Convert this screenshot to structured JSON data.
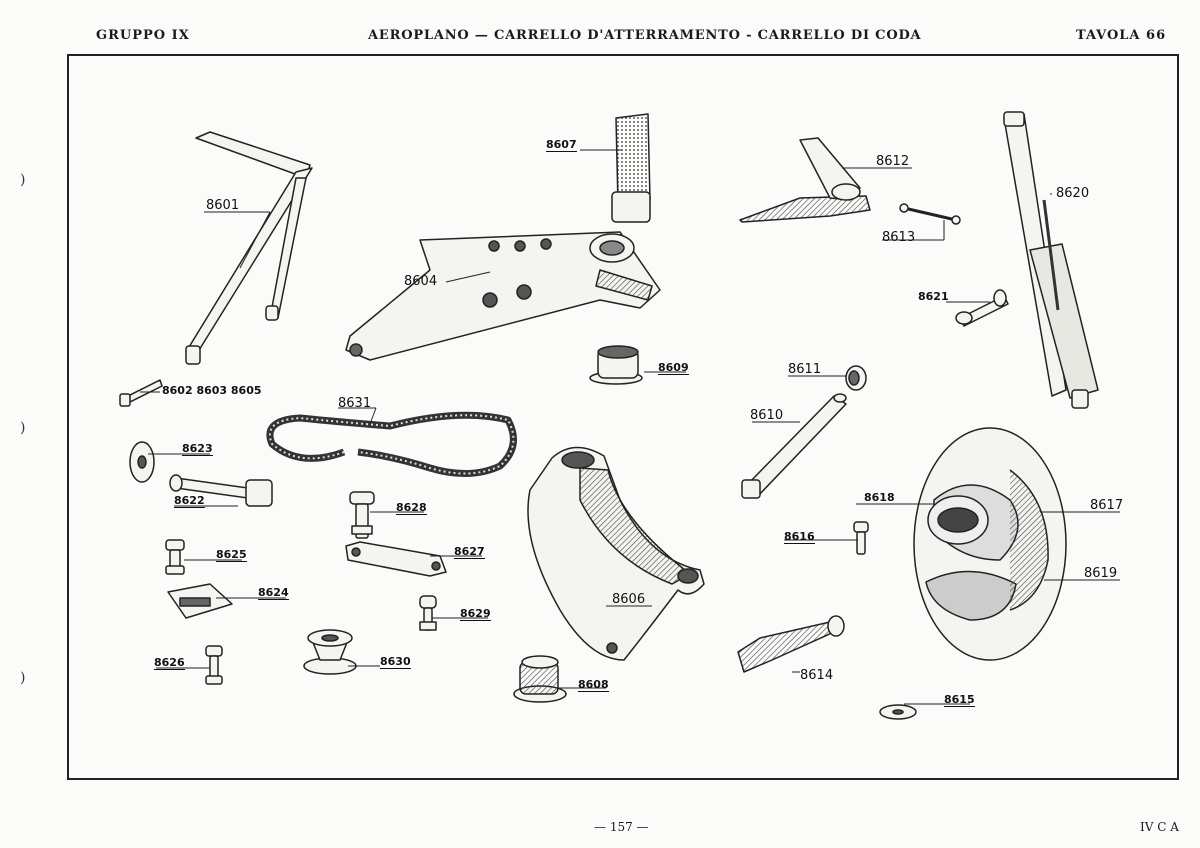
{
  "header": {
    "left": "GRUPPO IX",
    "center": "AEROPLANO — CARRELLO D'ATTERRAMENTO - CARRELLO DI CODA",
    "right": "TAVOLA 66"
  },
  "footer": {
    "page": "— 157 —",
    "code": "IV C A"
  },
  "labels": {
    "p8601": "8601",
    "p8602": "8602 8603 8605",
    "p8604": "8604",
    "p8606": "8606",
    "p8607": "8607",
    "p8608": "8608",
    "p8609": "8609",
    "p8610": "8610",
    "p8611": "8611",
    "p8612": "8612",
    "p8613": "8613",
    "p8614": "8614",
    "p8615": "8615",
    "p8616": "8616",
    "p8617": "8617",
    "p8618": "8618",
    "p8619": "8619",
    "p8620": "8620",
    "p8621": "8621",
    "p8622": "8622",
    "p8623": "8623",
    "p8624": "8624",
    "p8625": "8625",
    "p8626": "8626",
    "p8627": "8627",
    "p8628": "8628",
    "p8629": "8629",
    "p8630": "8630",
    "p8631": "8631"
  }
}
